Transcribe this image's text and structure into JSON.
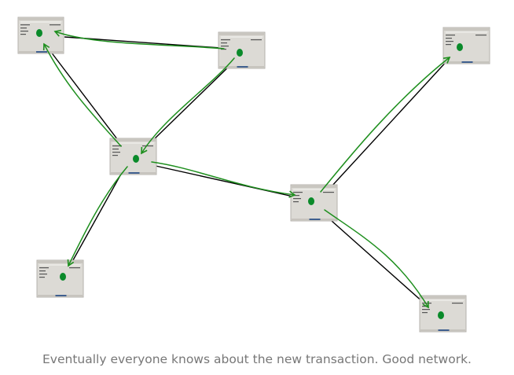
{
  "caption": "Eventually everyone knows about the new transaction. Good network.",
  "colors": {
    "connection": "#000000",
    "propagation": "#1e8f1e",
    "transaction_dot": "#0a8a2a",
    "window_body": "#dcdad5",
    "window_border": "#b5b2ac",
    "caption": "#777777"
  },
  "nodes": [
    {
      "id": "node-top-left",
      "has_transaction": true
    },
    {
      "id": "node-top-center",
      "has_transaction": true
    },
    {
      "id": "node-top-right",
      "has_transaction": true
    },
    {
      "id": "node-middle-left",
      "has_transaction": true
    },
    {
      "id": "node-middle-right",
      "has_transaction": true
    },
    {
      "id": "node-bottom-left",
      "has_transaction": true
    },
    {
      "id": "node-bottom-right",
      "has_transaction": true
    }
  ],
  "connections": [
    [
      "node-top-left",
      "node-top-center"
    ],
    [
      "node-top-left",
      "node-middle-left"
    ],
    [
      "node-top-center",
      "node-middle-left"
    ],
    [
      "node-middle-left",
      "node-bottom-left"
    ],
    [
      "node-middle-left",
      "node-middle-right"
    ],
    [
      "node-middle-right",
      "node-top-right"
    ],
    [
      "node-middle-right",
      "node-bottom-right"
    ]
  ],
  "propagation": [
    [
      "node-top-center",
      "node-top-left"
    ],
    [
      "node-top-center",
      "node-middle-left"
    ],
    [
      "node-middle-left",
      "node-top-left"
    ],
    [
      "node-middle-left",
      "node-bottom-left"
    ],
    [
      "node-middle-left",
      "node-middle-right"
    ],
    [
      "node-middle-right",
      "node-top-right"
    ],
    [
      "node-middle-right",
      "node-bottom-right"
    ]
  ]
}
